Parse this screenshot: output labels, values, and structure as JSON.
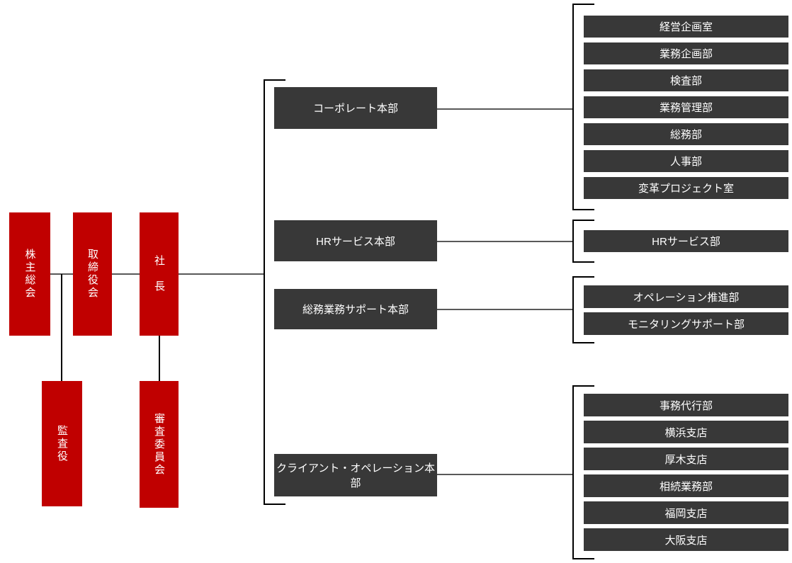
{
  "chart_title": "",
  "colors": {
    "governance_red": "#c00000",
    "division_dark": "#383838",
    "connector_gray": "#595959",
    "bracket_black": "#000000",
    "text_white": "#ffffff"
  },
  "governance": {
    "shareholders": "株主総会",
    "board": "取締役会",
    "president": "社　長",
    "auditor": "監査役",
    "examination_committee": "審査委員会"
  },
  "divisions": [
    {
      "label": "コーポレート本部",
      "departments": [
        "経営企画室",
        "業務企画部",
        "検査部",
        "業務管理部",
        "総務部",
        "人事部",
        "変革プロジェクト室"
      ]
    },
    {
      "label": "HRサービス本部",
      "departments": [
        "HRサービス部"
      ]
    },
    {
      "label": "総務業務サポート本部",
      "departments": [
        "オペレーション推進部",
        "モニタリングサポート部"
      ]
    },
    {
      "label": "クライアント・オペレーション本部",
      "departments": [
        "事務代行部",
        "横浜支店",
        "厚木支店",
        "相続業務部",
        "福岡支店",
        "大阪支店"
      ]
    }
  ]
}
